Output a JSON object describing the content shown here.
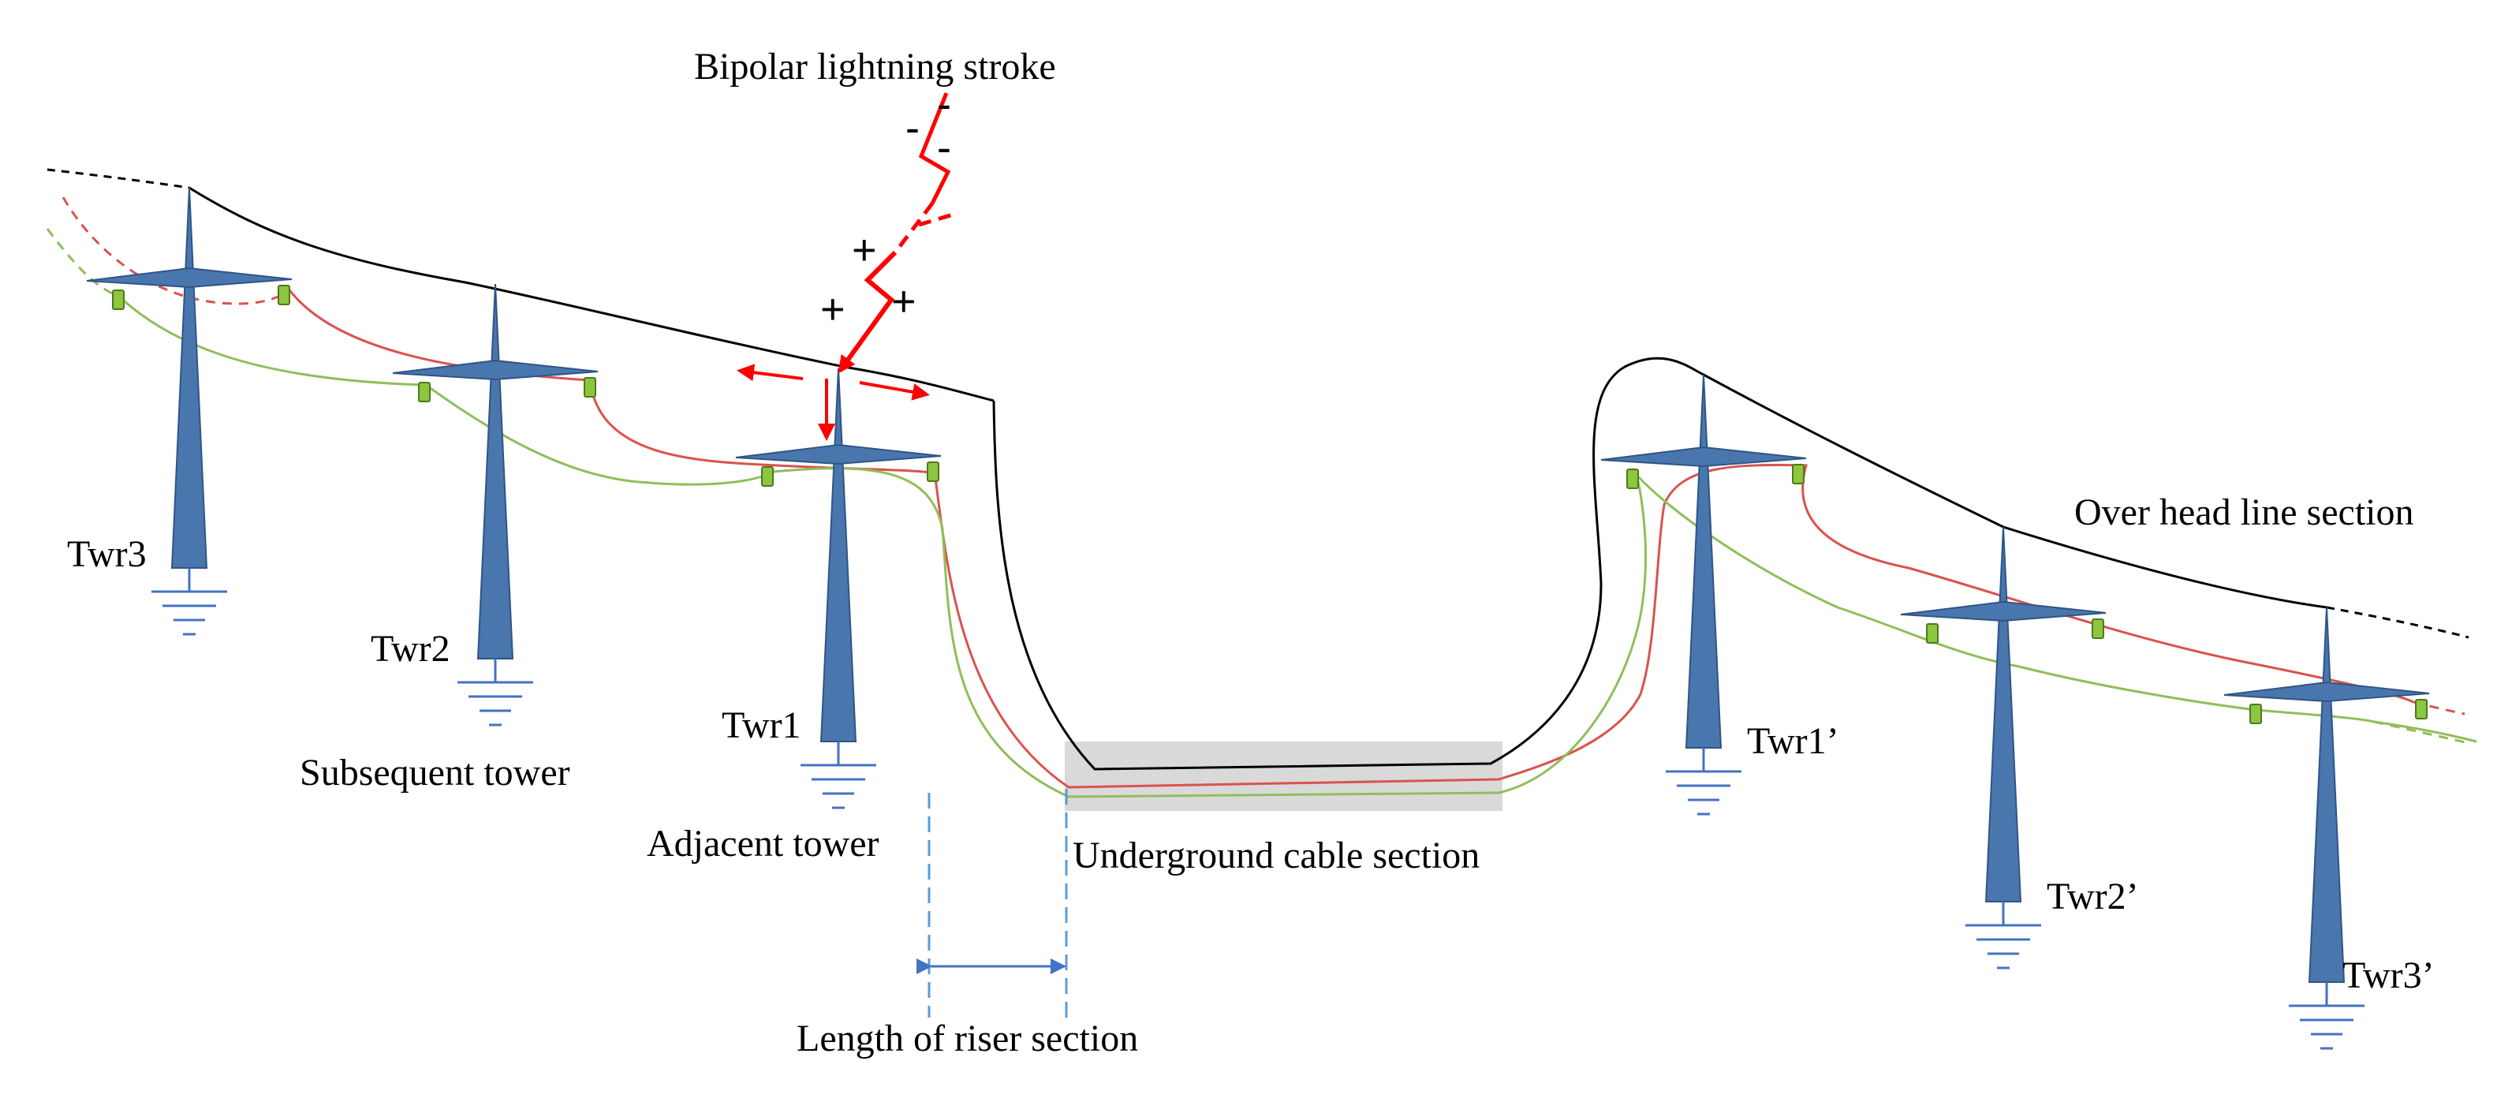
{
  "diagram": {
    "stroke_title": "Bipolar lightning stroke",
    "charges": {
      "negative": "-",
      "positive": "+"
    },
    "towers_left": [
      {
        "label": "Twr3"
      },
      {
        "label": "Twr2",
        "caption": "Subsequent tower"
      },
      {
        "label": "Twr1",
        "caption": "Adjacent tower"
      }
    ],
    "towers_right": [
      {
        "label": "Twr1’"
      },
      {
        "label": "Twr2’"
      },
      {
        "label": "Twr3’"
      }
    ],
    "sections": {
      "overhead": "Over head line section",
      "underground": "Underground cable section",
      "riser": "Length of riser section"
    }
  },
  "colors": {
    "tower": "#4a76ae",
    "tower_edge": "#2f5585",
    "ground": "#4472c4",
    "shield_wire": "#000000",
    "phase_red": "#d9534f",
    "phase_green": "#8fbf5a",
    "lightning": "#ff0000",
    "cable_box": "#d9d9d9",
    "dimension": "#5b9bd5",
    "insulator": "#8dc63f"
  },
  "icons": [
    "tower-icon",
    "ground-symbol-icon",
    "insulator-icon",
    "lightning-bolt-icon",
    "arrow-icon"
  ]
}
